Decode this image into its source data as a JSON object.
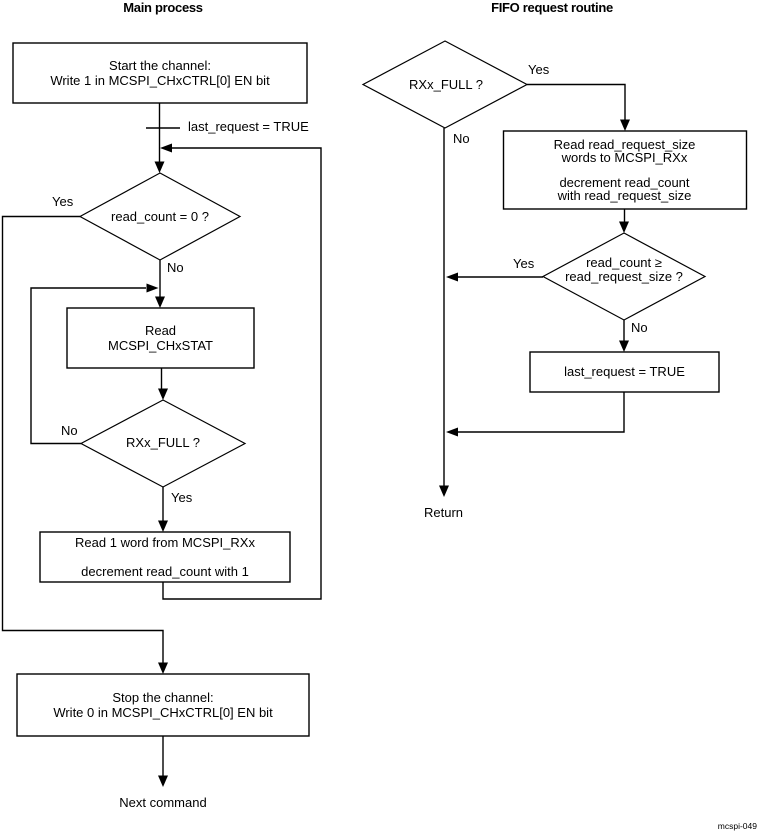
{
  "main": {
    "title": "Main process",
    "start_box": "Start the channel:\nWrite 1 in MCSPI_CHxCTRL[0] EN bit",
    "annotation": "last_request = TRUE",
    "decision_read_count": "read_count = 0 ?",
    "decision_read_count_yes": "Yes",
    "decision_read_count_no": "No",
    "read_stat_box": "Read\nMCSPI_CHxSTAT",
    "decision_rxx_full": "RXx_FULL ?",
    "decision_rxx_full_no": "No",
    "decision_rxx_full_yes": "Yes",
    "read_word_box_line1": "Read 1 word from MCSPI_RXx",
    "read_word_box_line2": "decrement read_count with 1",
    "stop_box": "Stop the channel:\nWrite 0 in MCSPI_CHxCTRL[0] EN bit",
    "next_command": "Next command"
  },
  "fifo": {
    "title": "FIFO request routine",
    "decision_rxx_full": "RXx_FULL ?",
    "decision_rxx_full_yes": "Yes",
    "decision_rxx_full_no": "No",
    "read_request_box_line1": "Read read_request_size\nwords to MCSPI_RXx",
    "read_request_box_line2": "decrement read_count\nwith read_request_size",
    "decision_read_count": "read_count ≥\nread_request_size ?",
    "decision_read_count_yes": "Yes",
    "decision_read_count_no": "No",
    "last_request_box": "last_request = TRUE",
    "return_label": "Return"
  },
  "footer": {
    "figure_id": "mcspi-049"
  },
  "colors": {
    "line": "#000000",
    "background": "#ffffff",
    "text": "#000000"
  }
}
